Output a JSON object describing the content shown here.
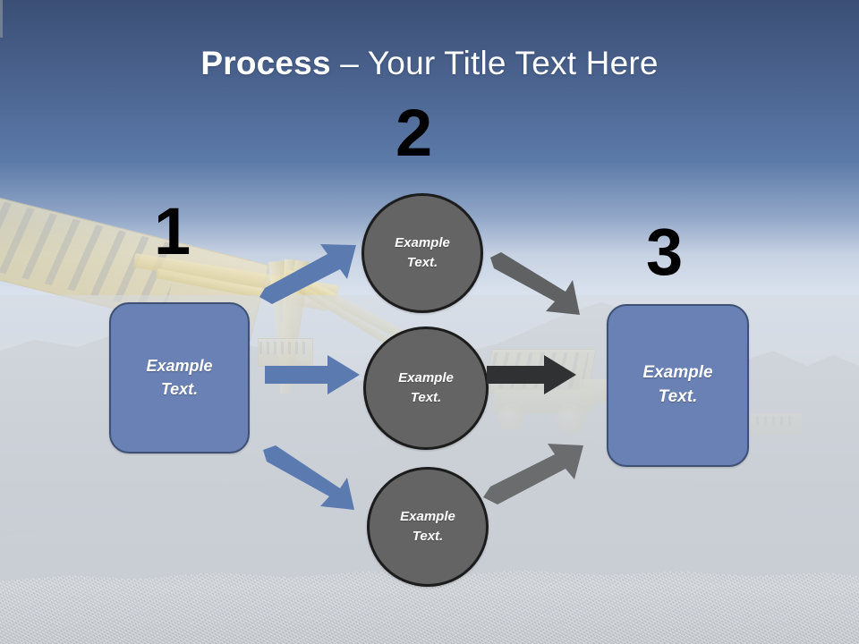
{
  "slide": {
    "title": {
      "bold_part": "Process",
      "rest_part": " – Your Title Text Here"
    },
    "steps": [
      {
        "number": "1",
        "label": "Example\nText."
      },
      {
        "number": "2",
        "label": "Example\nText."
      },
      {
        "number": "3",
        "label": "Example\nText."
      }
    ],
    "middle_circles": [
      {
        "label": "Example\nText."
      },
      {
        "label": "Example\nText."
      },
      {
        "label": "Example\nText."
      }
    ],
    "arrows": [
      {
        "name": "blue-arrow-up-right",
        "color": "#5b7ab0",
        "direction": "up-right"
      },
      {
        "name": "blue-arrow-right",
        "color": "#5b7ab0",
        "direction": "right"
      },
      {
        "name": "blue-arrow-down-right",
        "color": "#5b7ab0",
        "direction": "down-right"
      },
      {
        "name": "gray-arrow-down-right",
        "color": "#5f6163",
        "direction": "down-right"
      },
      {
        "name": "gray-arrow-right",
        "color": "#2f3133",
        "direction": "right"
      },
      {
        "name": "gray-arrow-up-right",
        "color": "#6a6c6e",
        "direction": "up-right"
      }
    ],
    "colors": {
      "box_fill": "#6981b4",
      "box_border": "#3e5073",
      "circle_fill": "#646464",
      "circle_border": "#1c1c1c",
      "title_text": "#ffffff",
      "number_text": "#000000",
      "sky_top": "#3b4f75",
      "sky_bottom": "#dfe5f0",
      "ground": "#c6cad0"
    }
  }
}
